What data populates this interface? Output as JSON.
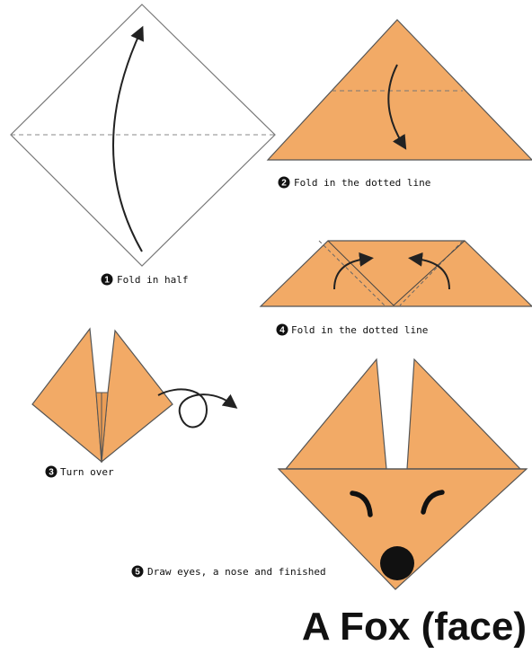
{
  "title": "A Fox (face)",
  "colors": {
    "paper": "#f2aa66",
    "outline": "#555555",
    "ink": "#111111",
    "white": "#ffffff"
  },
  "steps": [
    {
      "number": "1",
      "label": "Fold in half"
    },
    {
      "number": "2",
      "label": "Fold in the dotted line"
    },
    {
      "number": "3",
      "label": "Turn over"
    },
    {
      "number": "4",
      "label": "Fold in the dotted line"
    },
    {
      "number": "5",
      "label": "Draw eyes, a nose and finished"
    }
  ]
}
